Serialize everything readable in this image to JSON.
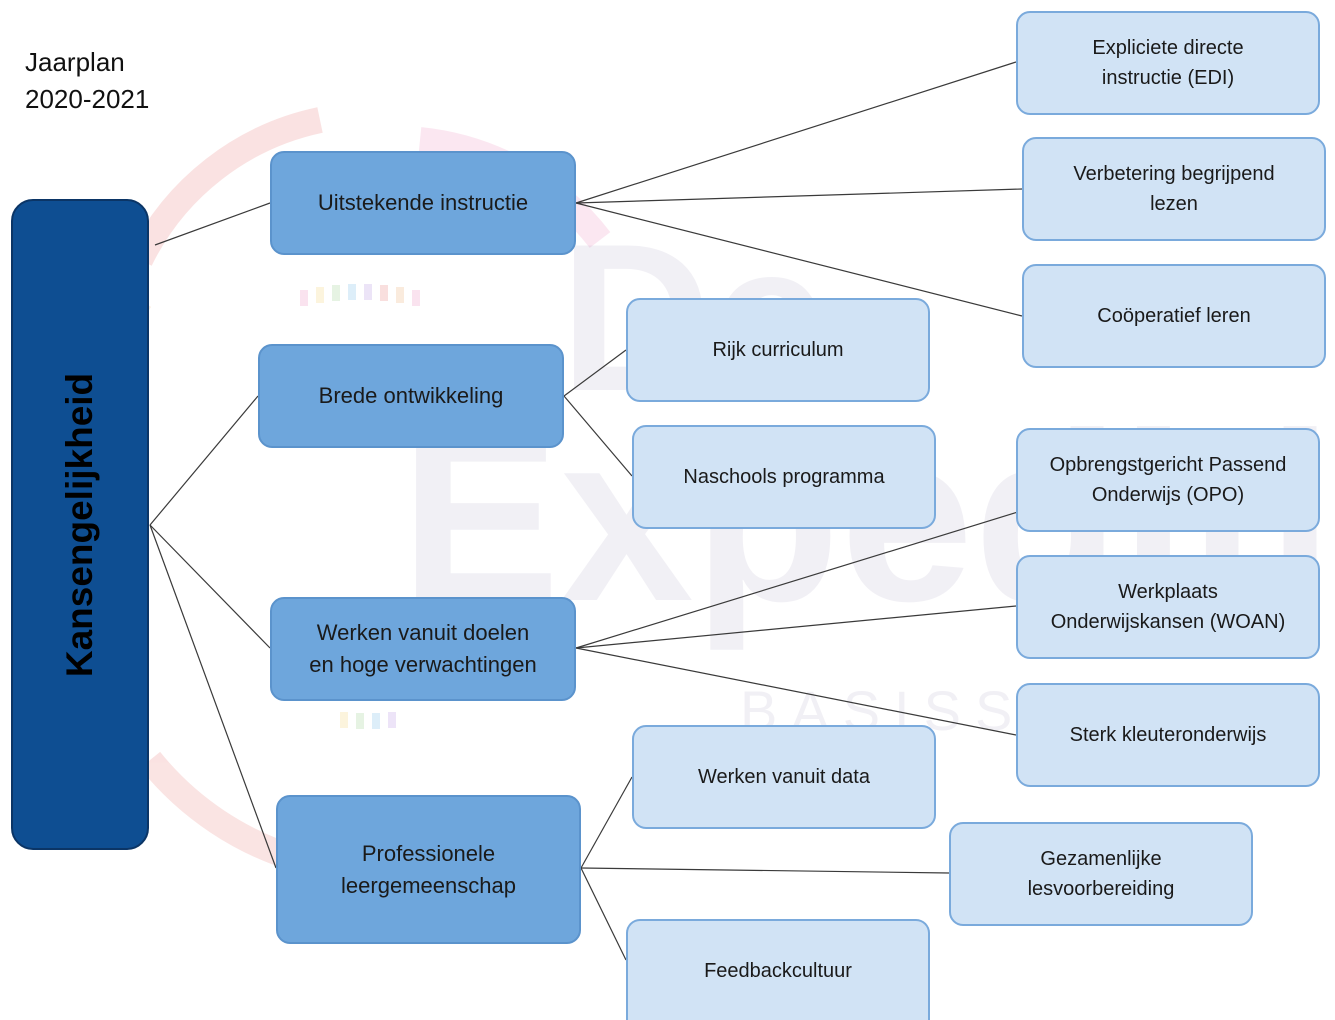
{
  "title": {
    "line1": "Jaarplan",
    "line2": "2020-2021"
  },
  "root": {
    "label": "Kansengelijkheid"
  },
  "branches": {
    "instructie": {
      "label": "Uitstekende instructie",
      "children": {
        "edi": {
          "line1": "Expliciete directe",
          "line2": "instructie (EDI)"
        },
        "begrijpend_lezen": {
          "line1": "Verbetering begrijpend",
          "line2": "lezen"
        },
        "cooperatief": {
          "label": "Coöperatief leren"
        }
      }
    },
    "ontwikkeling": {
      "label": "Brede ontwikkeling",
      "children": {
        "curriculum": {
          "label": "Rijk curriculum"
        },
        "naschools": {
          "label": "Naschools programma"
        }
      }
    },
    "doelen": {
      "line1": "Werken vanuit doelen",
      "line2": "en hoge verwachtingen",
      "children": {
        "opo": {
          "line1": "Opbrengstgericht Passend",
          "line2": "Onderwijs (OPO)"
        },
        "woan": {
          "line1": "Werkplaats",
          "line2": "Onderwijskansen (WOAN)"
        },
        "kleuter": {
          "label": "Sterk kleuteronderwijs"
        }
      }
    },
    "plg": {
      "line1": "Professionele",
      "line2": "leergemeenschap",
      "children": {
        "data": {
          "label": "Werken vanuit data"
        },
        "lesvoorbereiding": {
          "line1": "Gezamenlijke",
          "line2": "lesvoorbereiding"
        },
        "feedback": {
          "label": "Feedbackcultuur"
        }
      }
    }
  },
  "watermark": {
    "line1": "De",
    "line2": "Expeditie",
    "line3": "BASISSCHOOL"
  },
  "colors": {
    "root_fill": "#0e4e92",
    "level1_fill": "#6ea6dc",
    "level2_fill": "#d1e3f5",
    "connector": "#3a3a3a"
  }
}
